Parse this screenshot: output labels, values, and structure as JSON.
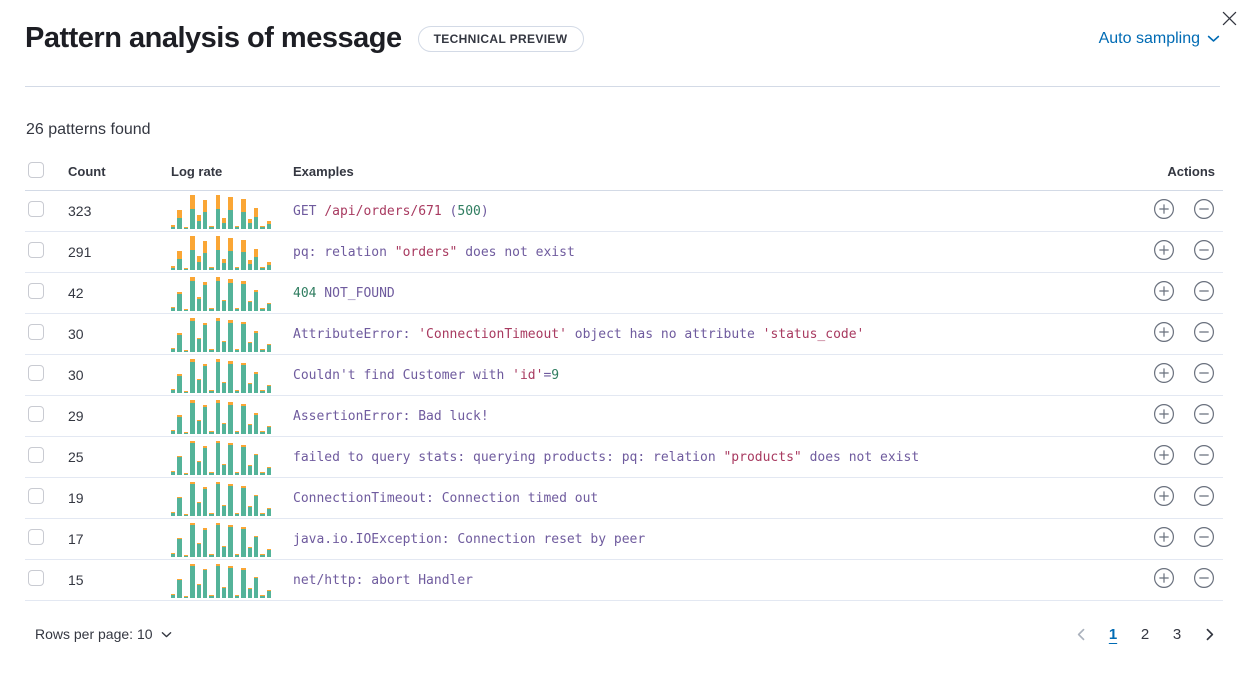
{
  "header": {
    "title": "Pattern analysis of message",
    "badge": "TECHNICAL PREVIEW",
    "sampling_label": "Auto sampling"
  },
  "summary": "26 patterns found",
  "table": {
    "headers": {
      "count": "Count",
      "log_rate": "Log rate",
      "examples": "Examples",
      "actions": "Actions"
    },
    "spark_base": [
      0.1,
      0.52,
      0.05,
      0.95,
      0.4,
      0.8,
      0.07,
      0.95,
      0.3,
      0.9,
      0.09,
      0.84,
      0.27,
      0.57,
      0.07,
      0.22
    ],
    "rows": [
      {
        "count": "323",
        "orange_fraction": 0.42,
        "example": [
          {
            "text": "GET ",
            "style": "keyword"
          },
          {
            "text": "/api/orders/671",
            "style": "string"
          },
          {
            "text": " (",
            "style": "keyword"
          },
          {
            "text": "500",
            "style": "number"
          },
          {
            "text": ")",
            "style": "keyword"
          }
        ]
      },
      {
        "count": "291",
        "orange_fraction": 0.4,
        "example": [
          {
            "text": "pq: relation ",
            "style": "keyword"
          },
          {
            "text": "\"orders\"",
            "style": "string"
          },
          {
            "text": " does not exist",
            "style": "keyword"
          }
        ]
      },
      {
        "count": "42",
        "orange_fraction": 0.11,
        "example": [
          {
            "text": "404",
            "style": "number"
          },
          {
            "text": " NOT_FOUND",
            "style": "keyword"
          }
        ]
      },
      {
        "count": "30",
        "orange_fraction": 0.08,
        "example": [
          {
            "text": "AttributeError: ",
            "style": "keyword"
          },
          {
            "text": "'ConnectionTimeout'",
            "style": "string"
          },
          {
            "text": " object has no attribute ",
            "style": "keyword"
          },
          {
            "text": "'status_code'",
            "style": "string"
          }
        ]
      },
      {
        "count": "30",
        "orange_fraction": 0.08,
        "example": [
          {
            "text": "Couldn't find Customer with ",
            "style": "keyword"
          },
          {
            "text": "'id'",
            "style": "string"
          },
          {
            "text": "=",
            "style": "keyword"
          },
          {
            "text": "9",
            "style": "number"
          }
        ]
      },
      {
        "count": "29",
        "orange_fraction": 0.08,
        "example": [
          {
            "text": "AssertionError: Bad luck!",
            "style": "keyword"
          }
        ]
      },
      {
        "count": "25",
        "orange_fraction": 0.07,
        "example": [
          {
            "text": "failed to query stats: querying products: pq: relation ",
            "style": "keyword"
          },
          {
            "text": "\"products\"",
            "style": "string"
          },
          {
            "text": " does not exist",
            "style": "keyword"
          }
        ]
      },
      {
        "count": "19",
        "orange_fraction": 0.06,
        "example": [
          {
            "text": "ConnectionTimeout: Connection timed out",
            "style": "keyword"
          }
        ]
      },
      {
        "count": "17",
        "orange_fraction": 0.06,
        "example": [
          {
            "text": "java.io.IOException: Connection reset by peer",
            "style": "keyword"
          }
        ]
      },
      {
        "count": "15",
        "orange_fraction": 0.05,
        "example": [
          {
            "text": "net/http: abort Handler",
            "style": "keyword"
          }
        ]
      }
    ]
  },
  "footer": {
    "rows_per_page_label": "Rows per page: 10",
    "pages": [
      "1",
      "2",
      "3"
    ],
    "active_page": "1"
  },
  "colors": {
    "accent_blue": "#006bb4",
    "code_keyword": "#6f5b9e",
    "code_string": "#a83a60",
    "code_number": "#2f7d60",
    "spark_green": "#54b399",
    "spark_orange": "#faa635"
  }
}
